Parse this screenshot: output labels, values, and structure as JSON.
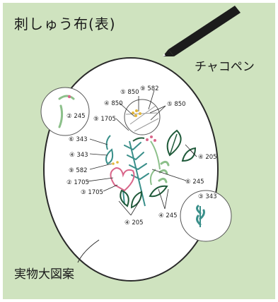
{
  "labels": {
    "title": "刺しゅう布(表)",
    "chaco_pen": "チャコペン",
    "actual_size": "実物大図案"
  },
  "callouts": {
    "c1": "⑤ 850",
    "c2": "⑨ 582",
    "c3": "④ 850",
    "c4": "⑤ 850",
    "c5": "② 245",
    "c6": "⑨ 1705",
    "c7": "⑥ 343",
    "c8": "④ 343",
    "c9": "⑨ 582",
    "c10": "② 1705",
    "c11": "③ 1705",
    "c12": "④ 205",
    "c13": "⑥ 245",
    "c14": "③ 343",
    "c15": "④ 245",
    "c16": "④ 205"
  },
  "colors": {
    "background": "#cfe3bf",
    "teal": "#3a8f8a",
    "dark_green": "#1f5a3a",
    "light_green": "#8cc08a",
    "pink": "#d9668a",
    "yellow": "#e2b63c",
    "gray_line": "#4a4a4a"
  }
}
